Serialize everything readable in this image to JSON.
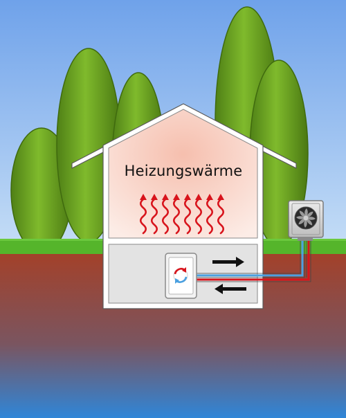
{
  "heating_label": "Heizungswärme",
  "colors": {
    "sky_top": "#6fa2ea",
    "sky_bottom": "#c3dcf6",
    "grass": "#55b52b",
    "soil_top": "#a3412a",
    "soil_bottom": "#2f86d8",
    "tree_light": "#7cb62b",
    "tree_dark": "#4d7c14",
    "house_wall": "#ffffff",
    "house_interior_top": "#f3b8a8",
    "house_interior_bottom": "#fbe8e2",
    "basement": "#e3e3e3",
    "heat_wave": "#d8141c",
    "pipe_hot": "#d8141c",
    "pipe_cold": "#4aa0e0",
    "arrow": "#111111"
  },
  "icons": [
    "tree",
    "house",
    "heat-wave-arrow",
    "heat-pump-unit",
    "fan",
    "heat-exchanger",
    "flow-arrow"
  ]
}
